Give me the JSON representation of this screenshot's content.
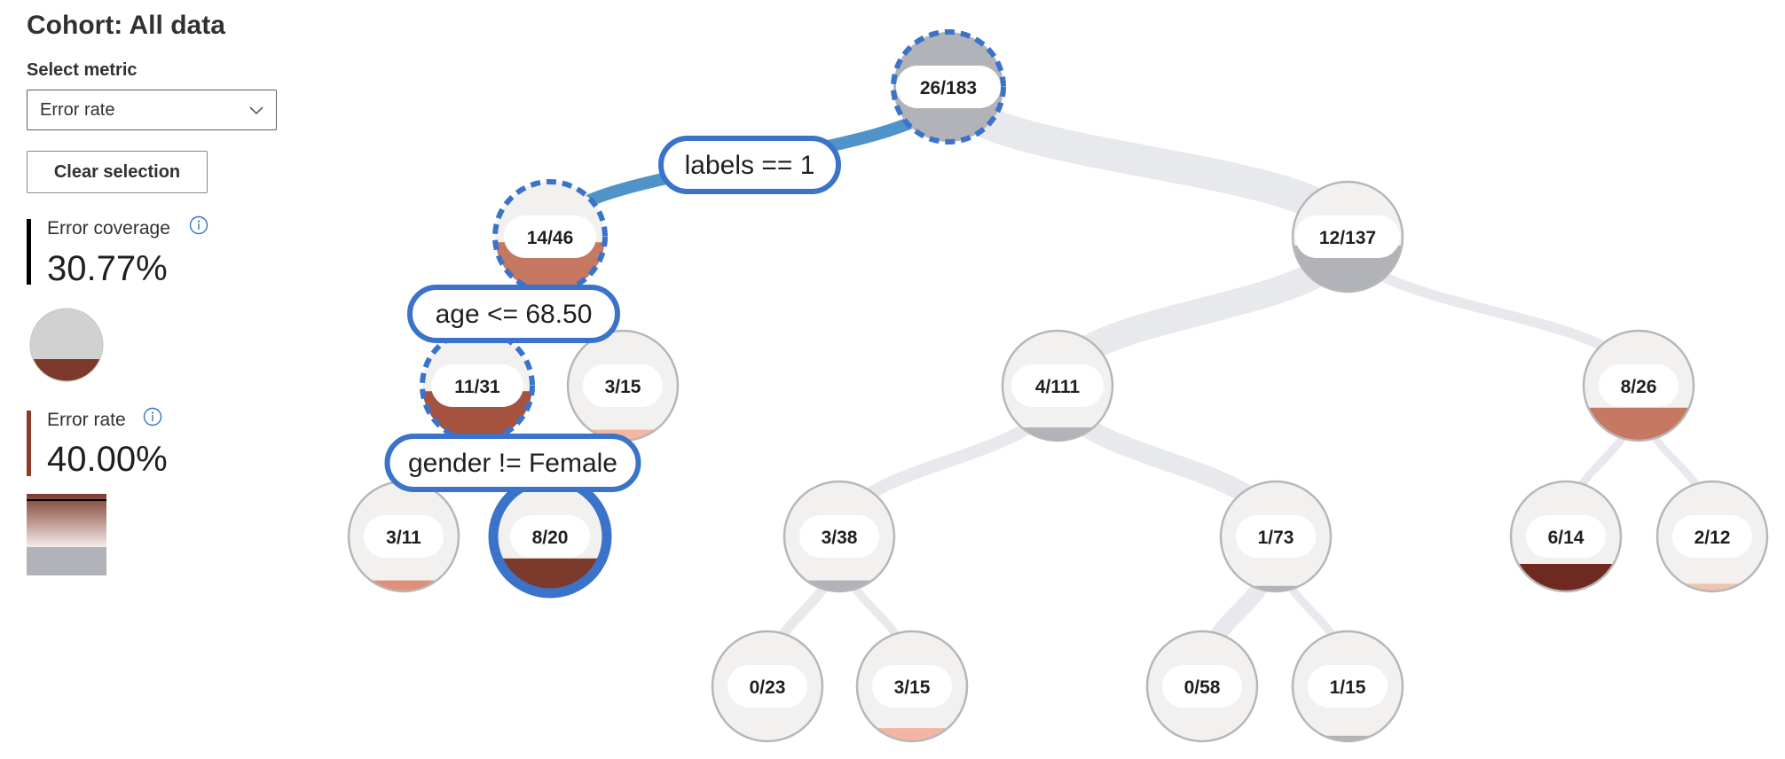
{
  "cohort_title": "Cohort: All data",
  "select_metric_label": "Select metric",
  "metric_dropdown": {
    "selected": "Error rate"
  },
  "clear_selection_label": "Clear selection",
  "error_coverage": {
    "label": "Error coverage",
    "value": "30.77%",
    "icon": "info-icon"
  },
  "error_rate": {
    "label": "Error rate",
    "value": "40.00%",
    "icon": "info-icon"
  },
  "colors": {
    "accent": "#3a73c9",
    "path": "#4f93c9",
    "edge": "#e8e9ec",
    "node_border": "#b7b7b7",
    "node_bg": "#f2f1f0",
    "gray_fill": "#b1b3b8",
    "error_dark": "#7c3a2d",
    "error_mid": "#c77862",
    "error_light": "#f2b6a2"
  },
  "conditions": [
    {
      "id": "c1",
      "text": "labels == 1"
    },
    {
      "id": "c2",
      "text": "age <= 68.50"
    },
    {
      "id": "c3",
      "text": "gender != Female"
    }
  ],
  "nodes": [
    {
      "id": "root",
      "label": "26/183",
      "fill": 0.4,
      "color": "#b1b3b8",
      "state": "path"
    },
    {
      "id": "n1",
      "label": "14/46",
      "fill": 0.45,
      "color": "#c77862",
      "state": "path"
    },
    {
      "id": "n2",
      "label": "12/137",
      "fill": 0.42,
      "color": "#b1b3b8",
      "state": "normal"
    },
    {
      "id": "n3",
      "label": "11/31",
      "fill": 0.45,
      "color": "#a5533f",
      "state": "path"
    },
    {
      "id": "n4",
      "label": "3/15",
      "fill": 0.1,
      "color": "#f2b6a2",
      "state": "normal"
    },
    {
      "id": "n5",
      "label": "4/111",
      "fill": 0.12,
      "color": "#b1b3b8",
      "state": "normal"
    },
    {
      "id": "n6",
      "label": "8/26",
      "fill": 0.3,
      "color": "#c77862",
      "state": "normal"
    },
    {
      "id": "n7",
      "label": "3/11",
      "fill": 0.1,
      "color": "#e0907a",
      "state": "normal"
    },
    {
      "id": "n8",
      "label": "8/20",
      "fill": 0.3,
      "color": "#7c3a2d",
      "state": "selected"
    },
    {
      "id": "n9",
      "label": "3/38",
      "fill": 0.1,
      "color": "#b1b3b8",
      "state": "normal"
    },
    {
      "id": "n10",
      "label": "1/73",
      "fill": 0.05,
      "color": "#b1b3b8",
      "state": "normal"
    },
    {
      "id": "n11",
      "label": "6/14",
      "fill": 0.25,
      "color": "#6e2a20",
      "state": "normal"
    },
    {
      "id": "n12",
      "label": "2/12",
      "fill": 0.07,
      "color": "#f2c2b0",
      "state": "normal"
    },
    {
      "id": "n13",
      "label": "0/23",
      "fill": 0.0,
      "color": "#b1b3b8",
      "state": "normal"
    },
    {
      "id": "n14",
      "label": "3/15",
      "fill": 0.12,
      "color": "#f2b6a2",
      "state": "normal"
    },
    {
      "id": "n15",
      "label": "0/58",
      "fill": 0.0,
      "color": "#b1b3b8",
      "state": "normal"
    },
    {
      "id": "n16",
      "label": "1/15",
      "fill": 0.05,
      "color": "#b1b3b8",
      "state": "normal"
    }
  ],
  "edges": [
    {
      "from": "root",
      "to": "n1",
      "weight": 46,
      "on_path": true
    },
    {
      "from": "root",
      "to": "n2",
      "weight": 137,
      "on_path": false
    },
    {
      "from": "n1",
      "to": "n3",
      "weight": 31,
      "on_path": true
    },
    {
      "from": "n1",
      "to": "n4",
      "weight": 15,
      "on_path": false
    },
    {
      "from": "n2",
      "to": "n5",
      "weight": 111,
      "on_path": false
    },
    {
      "from": "n2",
      "to": "n6",
      "weight": 26,
      "on_path": false
    },
    {
      "from": "n3",
      "to": "n7",
      "weight": 11,
      "on_path": false
    },
    {
      "from": "n3",
      "to": "n8",
      "weight": 20,
      "on_path": true
    },
    {
      "from": "n5",
      "to": "n9",
      "weight": 38,
      "on_path": false
    },
    {
      "from": "n5",
      "to": "n10",
      "weight": 73,
      "on_path": false
    },
    {
      "from": "n6",
      "to": "n11",
      "weight": 14,
      "on_path": false
    },
    {
      "from": "n6",
      "to": "n12",
      "weight": 12,
      "on_path": false
    },
    {
      "from": "n9",
      "to": "n13",
      "weight": 23,
      "on_path": false
    },
    {
      "from": "n9",
      "to": "n14",
      "weight": 15,
      "on_path": false
    },
    {
      "from": "n10",
      "to": "n15",
      "weight": 58,
      "on_path": false
    },
    {
      "from": "n10",
      "to": "n16",
      "weight": 15,
      "on_path": false
    }
  ]
}
